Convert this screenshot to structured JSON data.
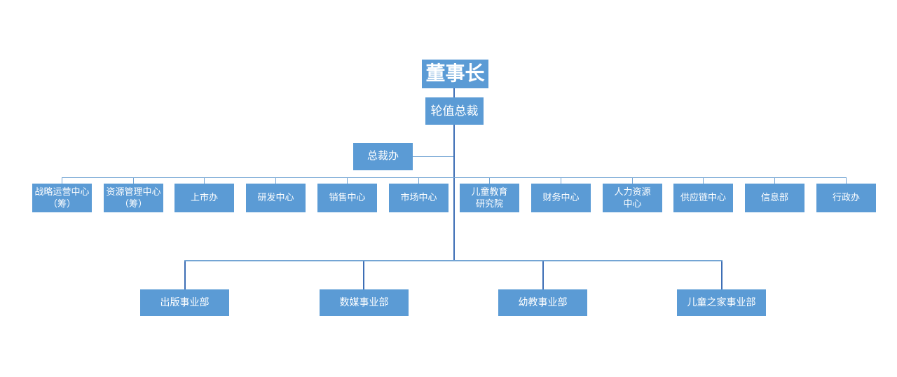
{
  "colors": {
    "node_fill": "#5B9BD5",
    "node_text": "#FFFFFF",
    "connector_dark": "#3D6EB5",
    "connector_light": "#74A5D4",
    "background": "#FFFFFF"
  },
  "org_chart": {
    "root": {
      "label": "董事长"
    },
    "president": {
      "label": "轮值总裁"
    },
    "office": {
      "label": "总裁办"
    },
    "departments": [
      {
        "label": "战略运营中心\n（筹）"
      },
      {
        "label": "资源管理中心\n（筹）"
      },
      {
        "label": "上市办"
      },
      {
        "label": "研发中心"
      },
      {
        "label": "销售中心"
      },
      {
        "label": "市场中心"
      },
      {
        "label": "儿童教育\n研究院"
      },
      {
        "label": "财务中心"
      },
      {
        "label": "人力资源\n中心"
      },
      {
        "label": "供应链中心"
      },
      {
        "label": "信息部"
      },
      {
        "label": "行政办"
      }
    ],
    "divisions": [
      {
        "label": "出版事业部"
      },
      {
        "label": "数媒事业部"
      },
      {
        "label": "幼教事业部"
      },
      {
        "label": "儿童之家事业部"
      }
    ]
  }
}
